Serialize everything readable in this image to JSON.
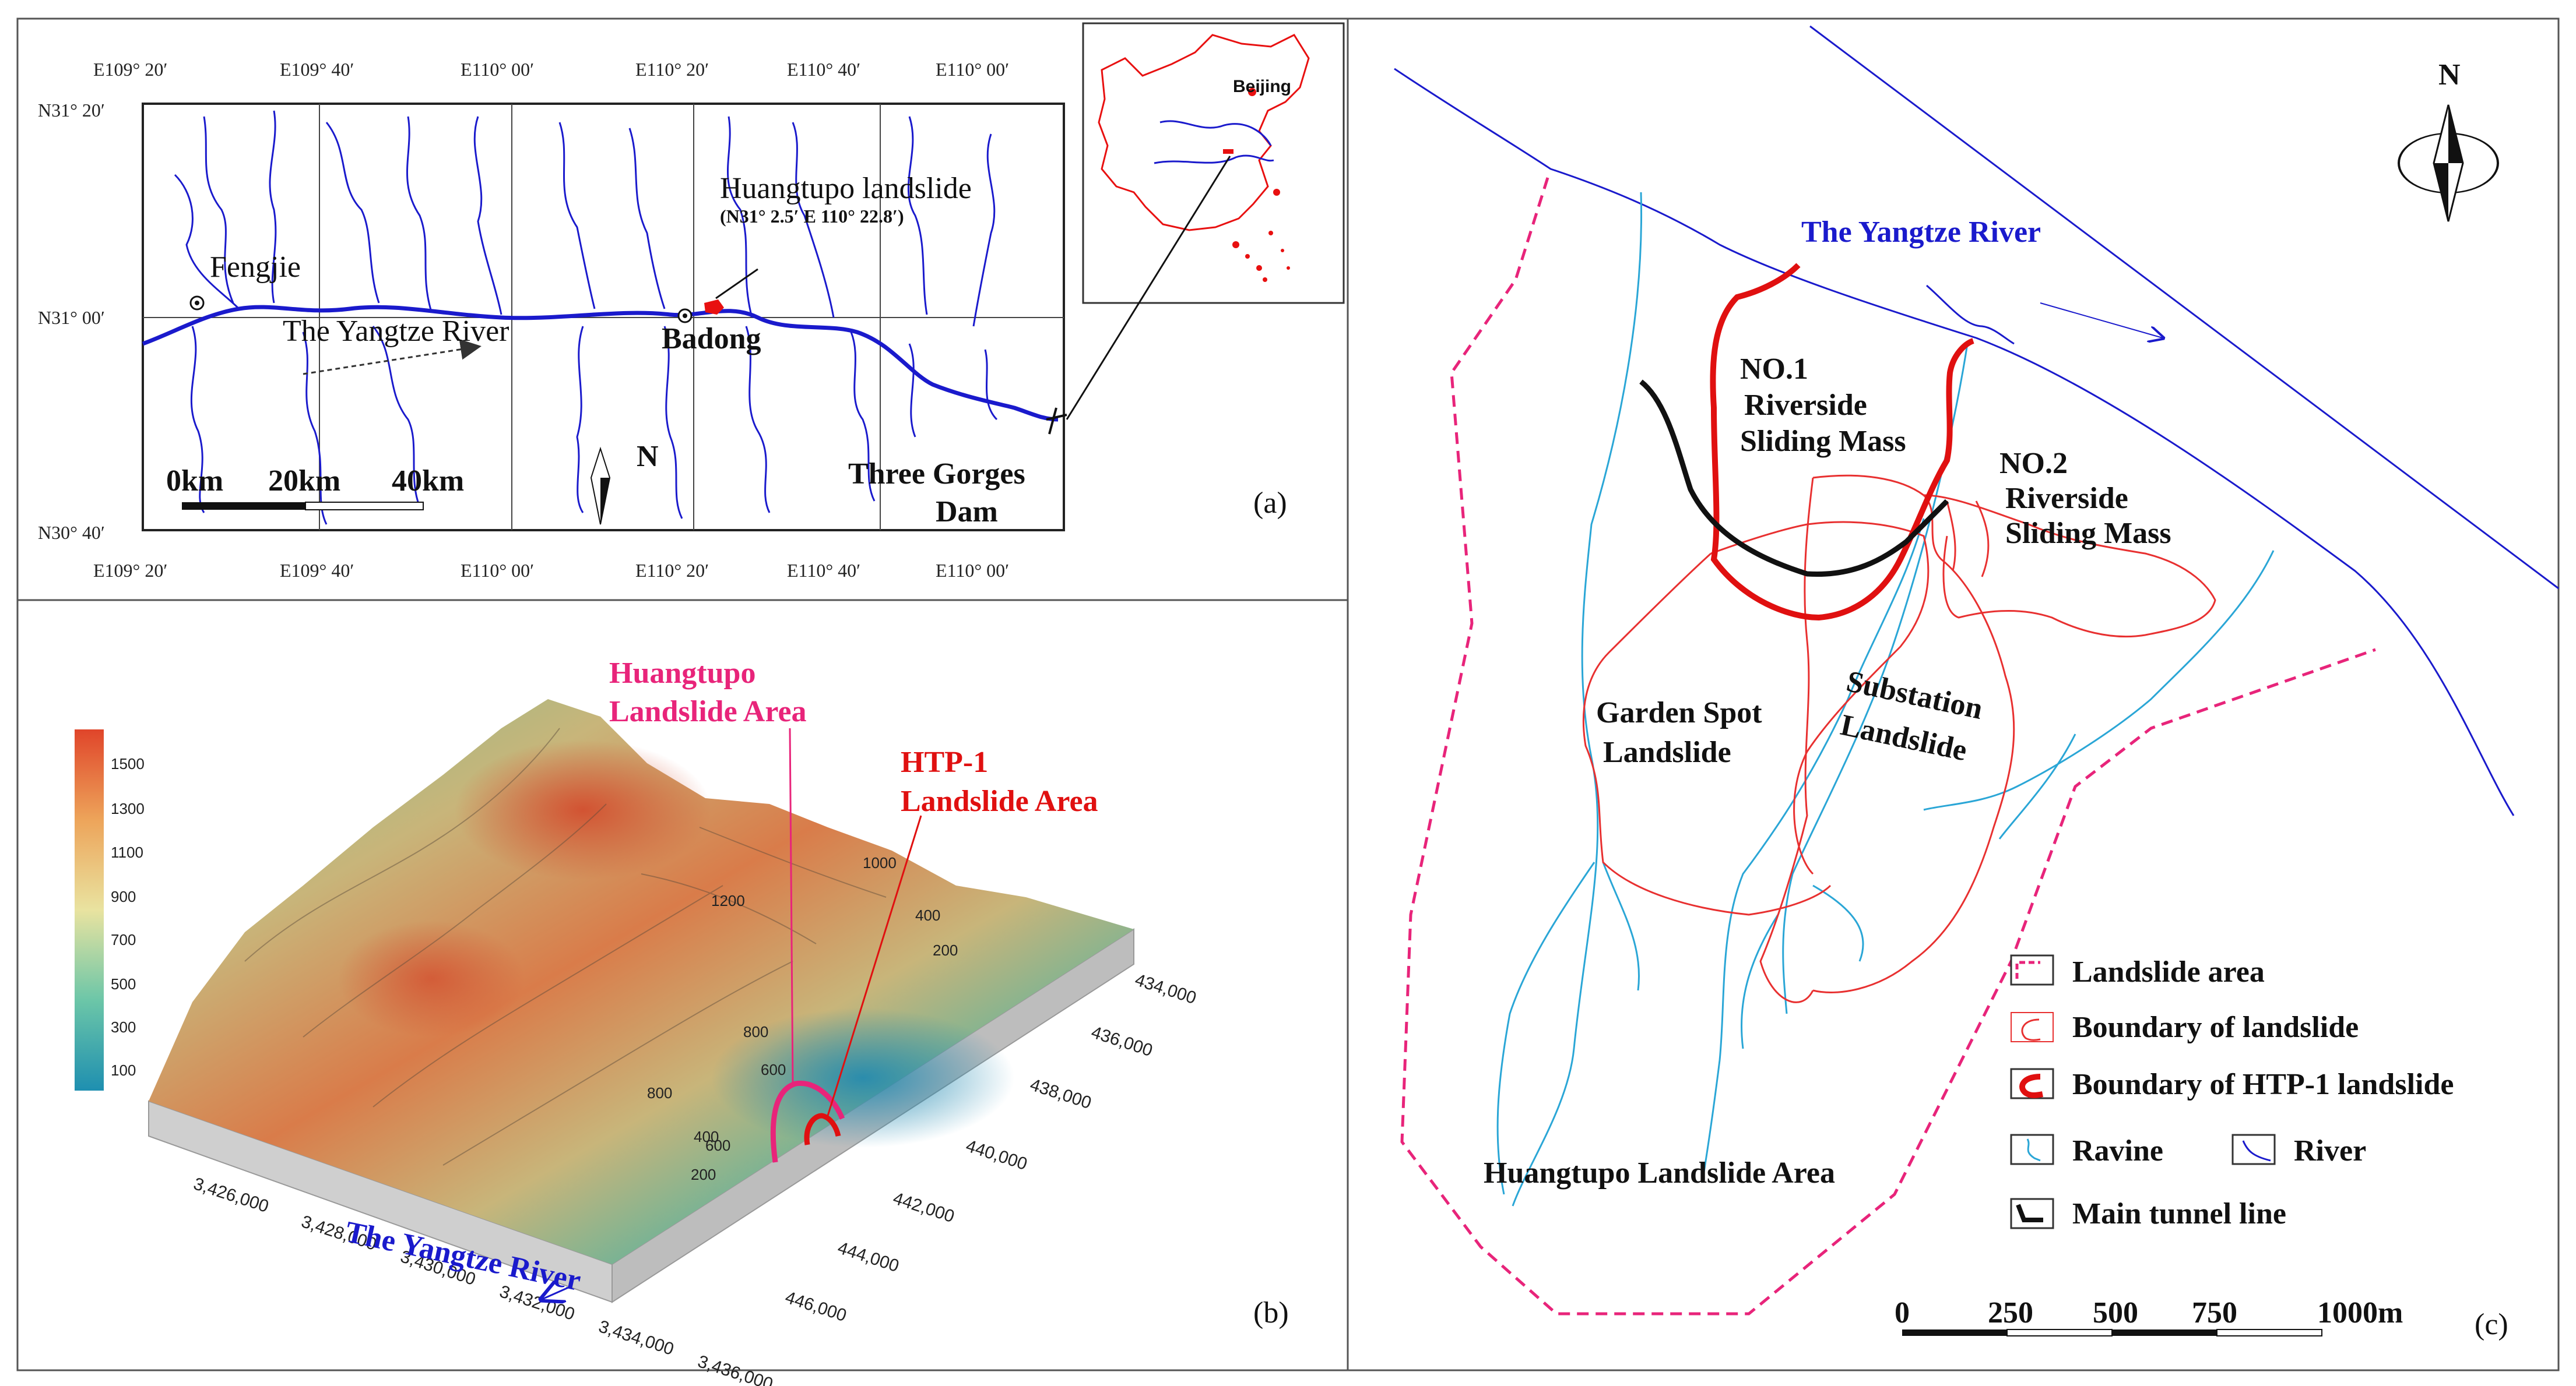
{
  "panel_a": {
    "panel_label": "(a)",
    "lon_labels": [
      "E109° 20′",
      "E109° 40′",
      "E110° 00′",
      "E110° 20′",
      "E110° 40′",
      "E110° 00′"
    ],
    "lat_labels": [
      "N31° 20′",
      "N31° 00′",
      "N30° 40′"
    ],
    "places": {
      "fengjie": "Fengjie",
      "badong": "Badong",
      "river": "The Yangtze River",
      "dam_line1": "Three Gorges",
      "dam_line2": "Dam",
      "landslide": "Huangtupo landslide",
      "landslide_coords": "(N31° 2.5′ E 110° 22.8′)",
      "north": "N",
      "beijing": "Beijing"
    },
    "scale_labels": [
      "0km",
      "20km",
      "40km"
    ]
  },
  "panel_b": {
    "panel_label": "(b)",
    "colorbar_ticks": [
      "1500",
      "1300",
      "1100",
      "900",
      "700",
      "500",
      "300",
      "100"
    ],
    "area_label_line1": "Huangtupo",
    "area_label_line2": "Landslide Area",
    "htp_label_line1": "HTP-1",
    "htp_label_line2": "Landslide Area",
    "river": "The Yangtze River",
    "x_ticks": [
      "3,426,000",
      "3,428,000",
      "3,430,000",
      "3,432,000",
      "3,434,000",
      "3,436,000"
    ],
    "y_ticks": [
      "434,000",
      "436,000",
      "438,000",
      "440,000",
      "442,000",
      "444,000",
      "446,000"
    ],
    "contours": [
      "1200",
      "1000",
      "800",
      "600",
      "400",
      "200",
      "800",
      "600",
      "400",
      "200"
    ]
  },
  "panel_c": {
    "panel_label": "(c)",
    "north": "N",
    "river": "The Yangtze River",
    "no1": [
      "NO.1",
      "Riverside",
      "Sliding Mass"
    ],
    "no2": [
      "NO.2",
      "Riverside",
      "Sliding Mass"
    ],
    "garden": [
      "Garden Spot",
      "Landslide"
    ],
    "substation": [
      "Substation",
      "Landslide"
    ],
    "area": "Huangtupo Landslide Area",
    "legend": {
      "landslide_area": "Landslide  area",
      "boundary": "Boundary of landslide",
      "htp_boundary": "Boundary of HTP-1 landslide",
      "ravine": "Ravine",
      "river": "River",
      "tunnel": "Main tunnel line"
    },
    "scale_labels": [
      "0",
      "250",
      "500",
      "750",
      "1000m"
    ]
  },
  "colors": {
    "river": "#1a1acc",
    "landslide_area": "#e8247a",
    "boundary": "#e83030",
    "htp": "#e01010",
    "ravine": "#2aa6d6",
    "tunnel": "#111111"
  }
}
